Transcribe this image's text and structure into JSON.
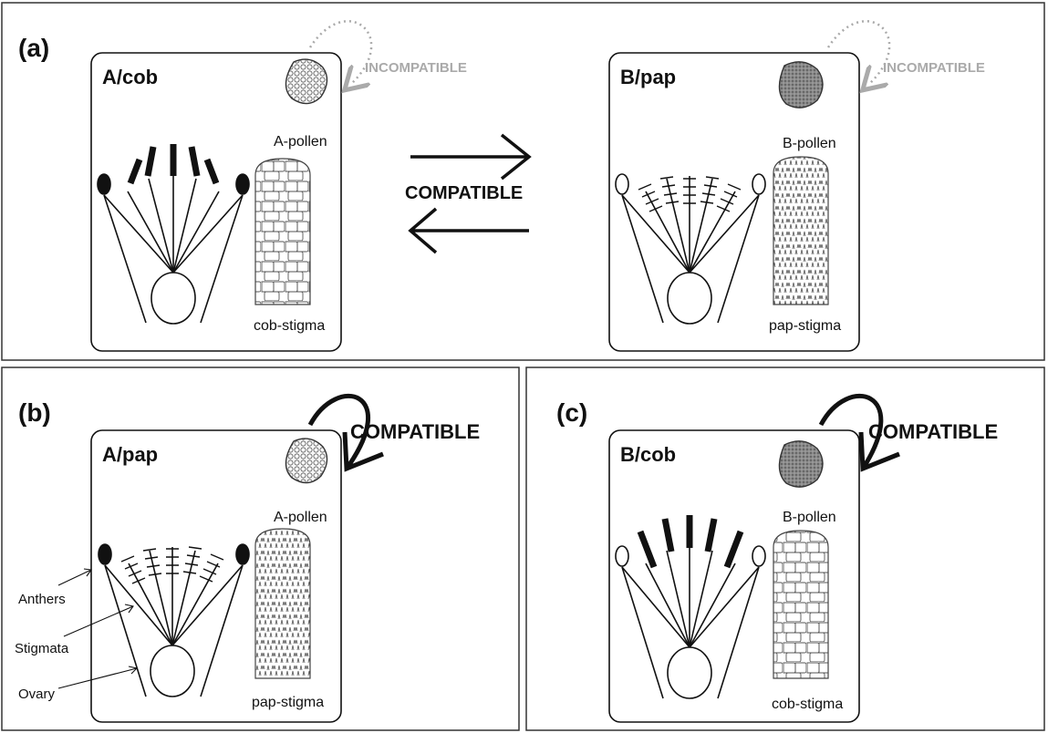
{
  "panels": {
    "a": {
      "letter": "(a)",
      "left_flower": {
        "title": "A/cob",
        "pollen_label": "A-pollen",
        "stigma_label": "cob-stigma",
        "pollen_type": "A",
        "stigma_type": "cob",
        "self_arrow_label": "INCOMPATIBLE"
      },
      "right_flower": {
        "title": "B/pap",
        "pollen_label": "B-pollen",
        "stigma_label": "pap-stigma",
        "pollen_type": "B",
        "stigma_type": "pap",
        "self_arrow_label": "INCOMPATIBLE"
      },
      "cross_label": "COMPATIBLE"
    },
    "b": {
      "letter": "(b)",
      "flower": {
        "title": "A/pap",
        "pollen_label": "A-pollen",
        "stigma_label": "pap-stigma",
        "pollen_type": "A",
        "stigma_type": "pap",
        "self_arrow_label": "COMPATIBLE"
      },
      "callouts": {
        "anthers": "Anthers",
        "stigmata": "Stigmata",
        "ovary": "Ovary"
      }
    },
    "c": {
      "letter": "(c)",
      "flower": {
        "title": "B/cob",
        "pollen_label": "B-pollen",
        "stigma_label": "cob-stigma",
        "pollen_type": "B",
        "stigma_type": "cob",
        "self_arrow_label": "COMPATIBLE"
      }
    }
  },
  "colors": {
    "line": "#111111",
    "incompatible": "#aaaaaa",
    "pollen_a_fill": "#f4f4f4",
    "pollen_b_fill": "#7a7a7a"
  }
}
